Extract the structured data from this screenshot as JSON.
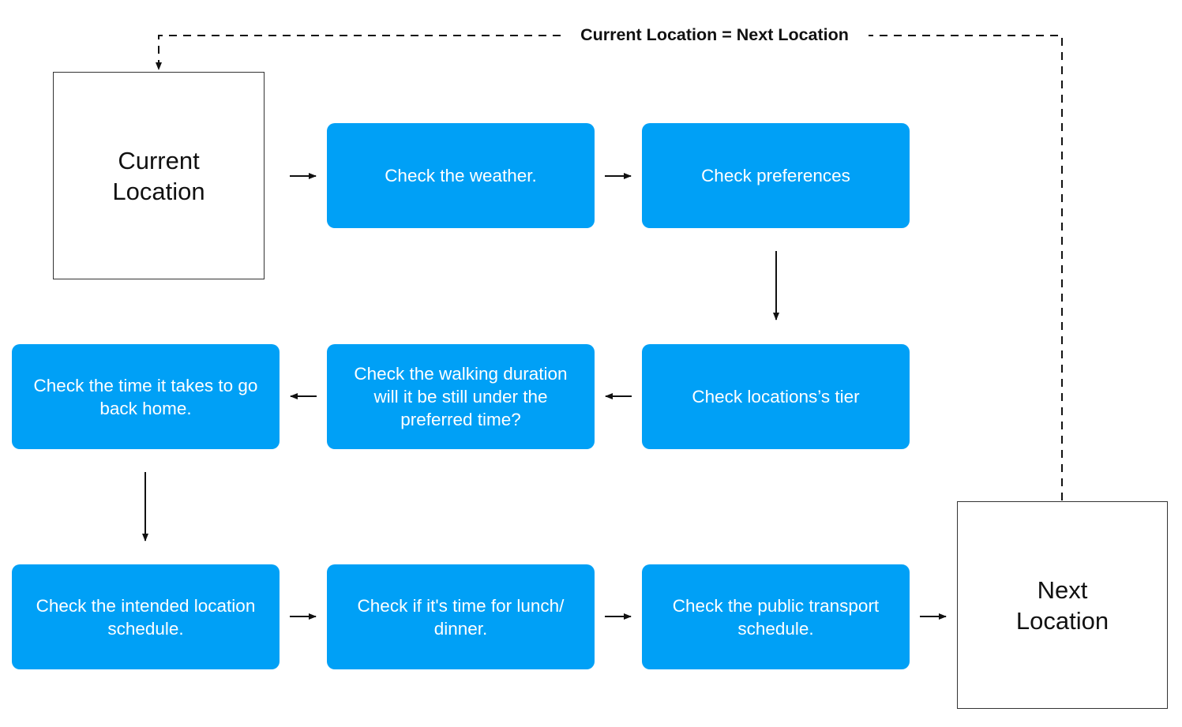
{
  "loop_label": "Current Location = Next Location",
  "nodes": {
    "current_location": [
      "Current",
      "Location"
    ],
    "next_location": [
      "Next",
      "Location"
    ],
    "check_weather": "Check the weather.",
    "check_preferences": "Check preferences",
    "check_tier": "Check locations’s tier",
    "check_walking": [
      "Check the walking duration",
      "will it be still under the",
      "preferred time?"
    ],
    "check_time_home": [
      "Check the time it takes to go",
      "back home."
    ],
    "check_schedule": [
      "Check the intended location",
      "schedule."
    ],
    "check_lunch": [
      "Check if it's time for lunch/",
      "dinner."
    ],
    "check_transport": [
      "Check the public transport",
      "schedule."
    ]
  },
  "colors": {
    "step_fill": "#00a0f6",
    "step_text": "#ffffff",
    "terminal_border": "#333333",
    "connector": "#111111"
  }
}
